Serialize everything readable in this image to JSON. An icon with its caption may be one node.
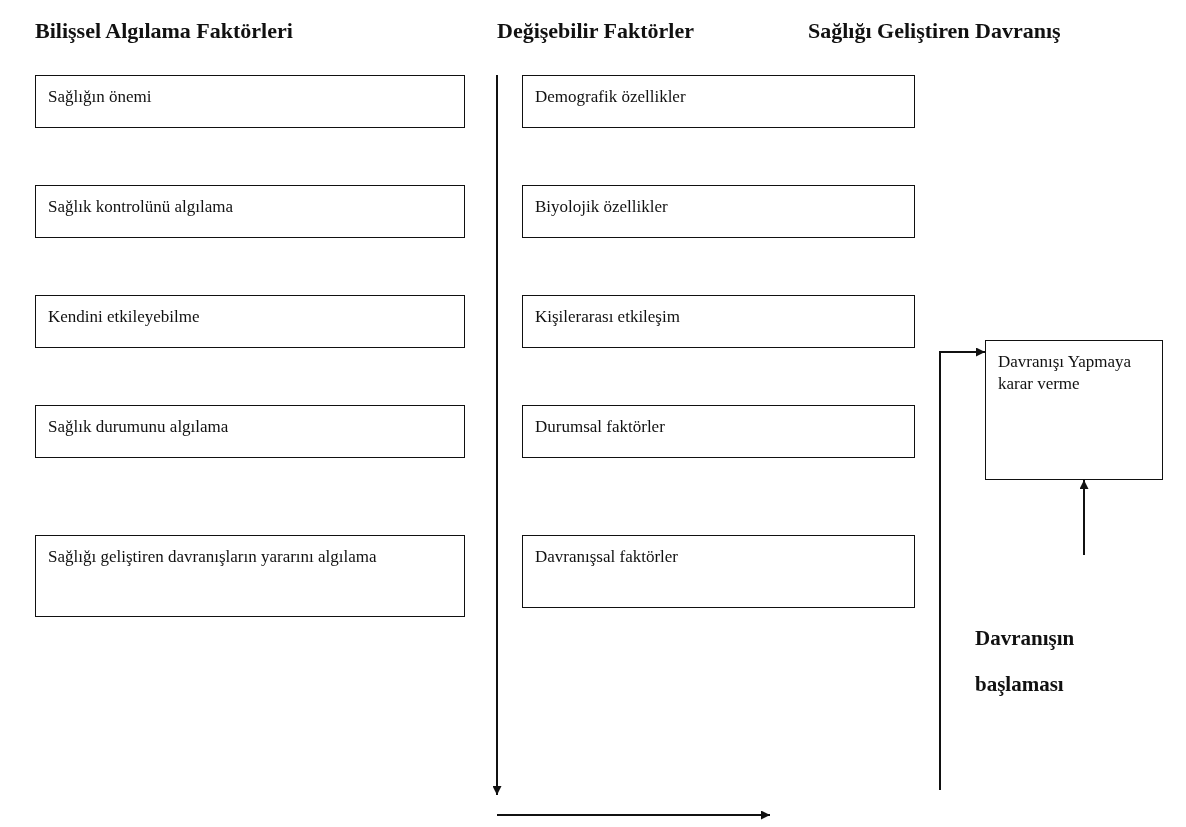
{
  "diagram": {
    "nodes": [
      {
        "text": [
          "Sağlığın önemi"
        ]
      },
      {
        "text": [
          "Sağlık kontrolünü algılama"
        ]
      },
      {
        "text": [
          "Kendini etkileyebilme"
        ]
      },
      {
        "text": [
          "Sağlık durumunu algılama"
        ]
      },
      {
        "text": [
          "Sağlığı geliştiren davranışların yararını algılama"
        ]
      },
      {
        "text": [
          "Demografik özellikler"
        ]
      },
      {
        "text": [
          "Biyolojik özellikler"
        ]
      },
      {
        "text": [
          "Kişilerarası etkileşim"
        ]
      },
      {
        "text": [
          "Durumsal faktörler"
        ]
      },
      {
        "text": [
          "Davranışsal faktörler"
        ]
      },
      {
        "text": [
          "Davranışı Yapmaya karar verme"
        ]
      },
      {
        "text": [
          "Davranışın başlaması"
        ]
      }
    ],
    "edges": [
      {
        "from": null,
        "to": 10,
        "arrow": "to"
      },
      {
        "from": 11,
        "to": 10,
        "arrow": "to"
      }
    ],
    "labels": [
      "Bilişsel Algılama Faktörleri",
      "Değişebilir Faktörler",
      "Sağlığı Geliştiren Davranış"
    ]
  }
}
